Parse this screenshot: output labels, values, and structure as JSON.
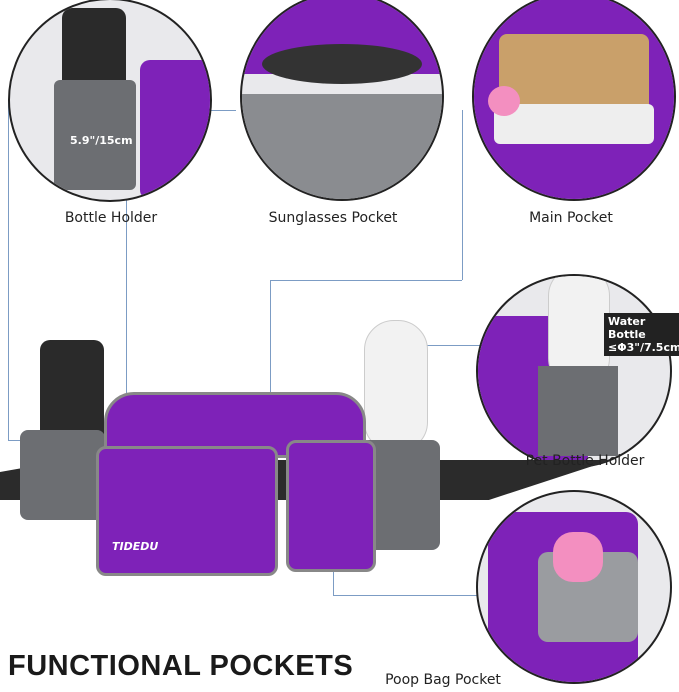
{
  "features": {
    "bottle_holder": {
      "label": "Bottle Holder",
      "measure": "5.9\"/15cm"
    },
    "sunglasses_pocket": {
      "label": "Sunglasses Pocket"
    },
    "main_pocket": {
      "label": "Main Pocket"
    },
    "pet_bottle_holder": {
      "label": "Pet Bottle Holder",
      "badge_line1": "Water Bottle",
      "badge_line2": "≤Φ3\"/7.5cm"
    },
    "poop_bag_pocket": {
      "label": "Poop Bag Pocket"
    }
  },
  "headline": "FUNCTIONAL POCKETS",
  "brand": "TIDEDU",
  "colors": {
    "bag": "#7e22b8",
    "mesh": "#6c6e72",
    "connector": "#7c9cc4"
  }
}
